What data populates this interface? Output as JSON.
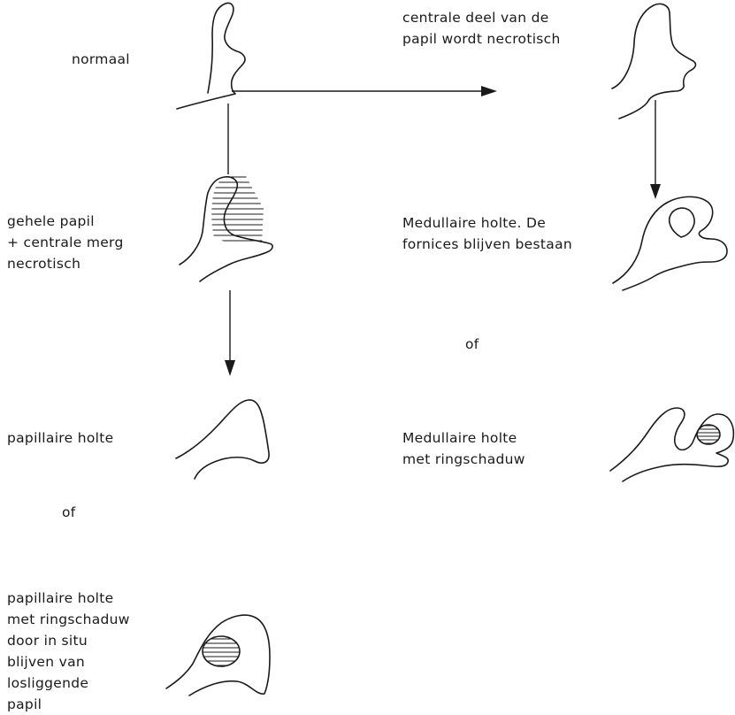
{
  "diagram": {
    "labels": {
      "normaal": "normaal",
      "centrale": "centrale deel van de\npapil wordt necrotisch",
      "gehele": "gehele papil\n+ centrale merg\nnecrotisch",
      "medullaire1": "Medullaire holte. De\nfornices blijven bestaan",
      "of_right": "of",
      "papillaire": "papillaire holte",
      "medullaire2": "Medullaire holte\nmet ringschaduw",
      "of_left": "of",
      "papillaire_ring": "papillaire holte\nmet ringschaduw\ndoor in situ\nblijven van\nlosliggende\npapil"
    }
  }
}
